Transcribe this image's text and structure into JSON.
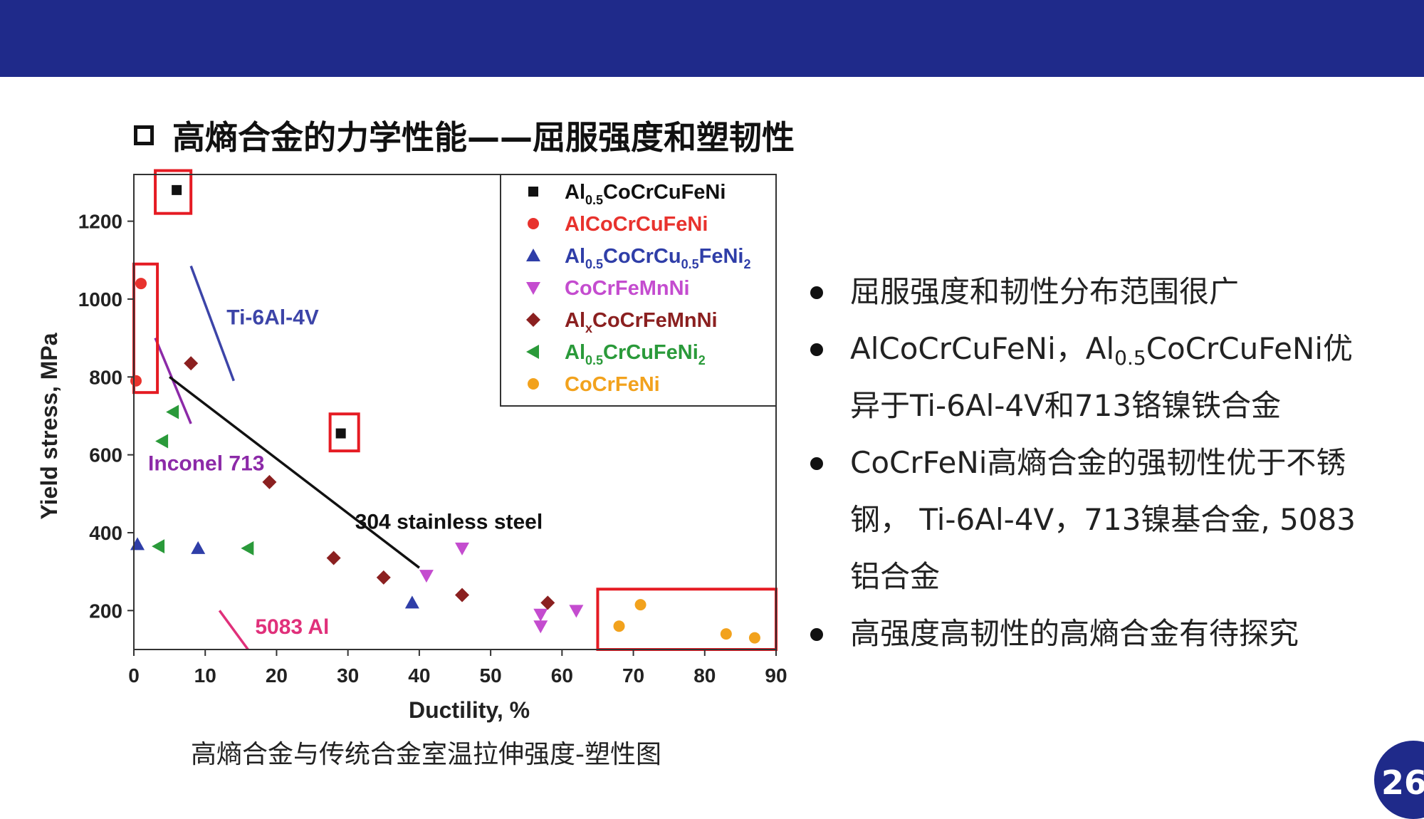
{
  "slide": {
    "title": "高熵合金的力学性能——屈服强度和塑韧性",
    "caption": "高熵合金与传统合金室温拉伸强度-塑性图",
    "page_number": "26",
    "banner_color": "#1f2a8a",
    "title_icon": "square-bullet-icon"
  },
  "bullets": [
    {
      "parts": [
        {
          "t": "屈服强度和韧性分布范围很广"
        }
      ]
    },
    {
      "parts": [
        {
          "t": "AlCoCrCuFeNi，Al"
        },
        {
          "t": "0.5",
          "sub": true
        },
        {
          "t": "CoCrCuFeNi优异于Ti-6Al-4V和713铬镍铁合金"
        }
      ]
    },
    {
      "parts": [
        {
          "t": "CoCrFeNi高熵合金的强韧性优于不锈钢， Ti-6Al-4V，713镍基合金, 5083铝合金"
        }
      ]
    },
    {
      "parts": [
        {
          "t": "高强度高韧性的高熵合金有待探究"
        }
      ]
    }
  ],
  "chart_data": {
    "type": "scatter",
    "xlabel": "Ductility, %",
    "ylabel": "Yield stress, MPa",
    "xlim": [
      0,
      90
    ],
    "ylim": [
      100,
      1320
    ],
    "xticks": [
      0,
      10,
      20,
      30,
      40,
      50,
      60,
      70,
      80,
      90
    ],
    "yticks": [
      200,
      400,
      600,
      800,
      1000,
      1200
    ],
    "legend_position": "top-right",
    "series": [
      {
        "name": "Al0.5CoCrCuFeNi",
        "legend": [
          {
            "t": "Al"
          },
          {
            "t": "0.5",
            "sub": true
          },
          {
            "t": "CoCrCuFeNi"
          }
        ],
        "marker": "square",
        "color": "#111111",
        "points": [
          [
            6,
            1280
          ],
          [
            29,
            655
          ]
        ]
      },
      {
        "name": "AlCoCrCuFeNi",
        "legend": [
          {
            "t": "AlCoCrCuFeNi"
          }
        ],
        "marker": "circle",
        "color": "#e8322d",
        "points": [
          [
            1,
            1040
          ],
          [
            0.3,
            790
          ]
        ]
      },
      {
        "name": "Al0.5CoCrCu0.5FeNi2",
        "legend": [
          {
            "t": "Al"
          },
          {
            "t": "0.5",
            "sub": true
          },
          {
            "t": "CoCrCu"
          },
          {
            "t": "0.5",
            "sub": true
          },
          {
            "t": "FeNi"
          },
          {
            "t": "2",
            "sub": true
          }
        ],
        "marker": "triangle-up",
        "color": "#2f3ea8",
        "points": [
          [
            0.5,
            370
          ],
          [
            9,
            360
          ],
          [
            39,
            220
          ]
        ]
      },
      {
        "name": "CoCrFeMnNi",
        "legend": [
          {
            "t": "CoCrFeMnNi"
          }
        ],
        "marker": "triangle-down",
        "color": "#c44ccf",
        "points": [
          [
            41,
            290
          ],
          [
            46,
            360
          ],
          [
            57,
            190
          ],
          [
            57,
            160
          ],
          [
            62,
            200
          ]
        ]
      },
      {
        "name": "AlxCoCrFeMnNi",
        "legend": [
          {
            "t": "Al"
          },
          {
            "t": "x",
            "sub": true
          },
          {
            "t": "CoCrFeMnNi"
          }
        ],
        "marker": "diamond",
        "color": "#8b2020",
        "points": [
          [
            8,
            835
          ],
          [
            19,
            530
          ],
          [
            28,
            335
          ],
          [
            35,
            285
          ],
          [
            46,
            240
          ],
          [
            58,
            220
          ]
        ]
      },
      {
        "name": "Al0.5CrCuFeNi2",
        "legend": [
          {
            "t": "Al"
          },
          {
            "t": "0.5",
            "sub": true
          },
          {
            "t": "CrCuFeNi"
          },
          {
            "t": "2",
            "sub": true
          }
        ],
        "marker": "triangle-left",
        "color": "#2a9a3a",
        "points": [
          [
            5.5,
            710
          ],
          [
            4,
            635
          ],
          [
            3.5,
            365
          ],
          [
            16,
            360
          ]
        ]
      },
      {
        "name": "CoCrFeNi",
        "legend": [
          {
            "t": "CoCrFeNi"
          }
        ],
        "marker": "circle",
        "color": "#f2a21d",
        "points": [
          [
            68,
            160
          ],
          [
            71,
            215
          ],
          [
            83,
            140
          ],
          [
            87,
            130
          ]
        ]
      }
    ],
    "reference_lines": [
      {
        "name": "Ti-6Al-4V",
        "color": "#3c44a8",
        "points": [
          [
            8,
            1085
          ],
          [
            14,
            790
          ]
        ]
      },
      {
        "name": "Inconel 713",
        "color": "#8c2aa8",
        "points": [
          [
            3,
            900
          ],
          [
            8,
            680
          ]
        ]
      },
      {
        "name": "304 stainless steel",
        "color": "#111111",
        "points": [
          [
            5,
            800
          ],
          [
            40,
            310
          ]
        ]
      },
      {
        "name": "5083 Al",
        "color": "#e0307a",
        "points": [
          [
            12,
            200
          ],
          [
            16,
            100
          ]
        ]
      }
    ],
    "annotations": [
      {
        "text": "Ti-6Al-4V",
        "x": 13,
        "y": 935,
        "color": "#3c44a8"
      },
      {
        "text": "Inconel 713",
        "x": 2,
        "y": 560,
        "color": "#8c2aa8"
      },
      {
        "text": "304 stainless steel",
        "x": 31,
        "y": 410,
        "color": "#111111"
      },
      {
        "text": "5083 Al",
        "x": 17,
        "y": 140,
        "color": "#e0307a"
      }
    ],
    "highlight_boxes": [
      {
        "x": [
          3,
          8
        ],
        "y": [
          1220,
          1330
        ]
      },
      {
        "x": [
          0,
          3.3
        ],
        "y": [
          760,
          1090
        ]
      },
      {
        "x": [
          27.5,
          31.5
        ],
        "y": [
          610,
          705
        ]
      },
      {
        "x": [
          65,
          90
        ],
        "y": [
          100,
          255
        ]
      }
    ],
    "highlight_color": "#e51b23"
  }
}
